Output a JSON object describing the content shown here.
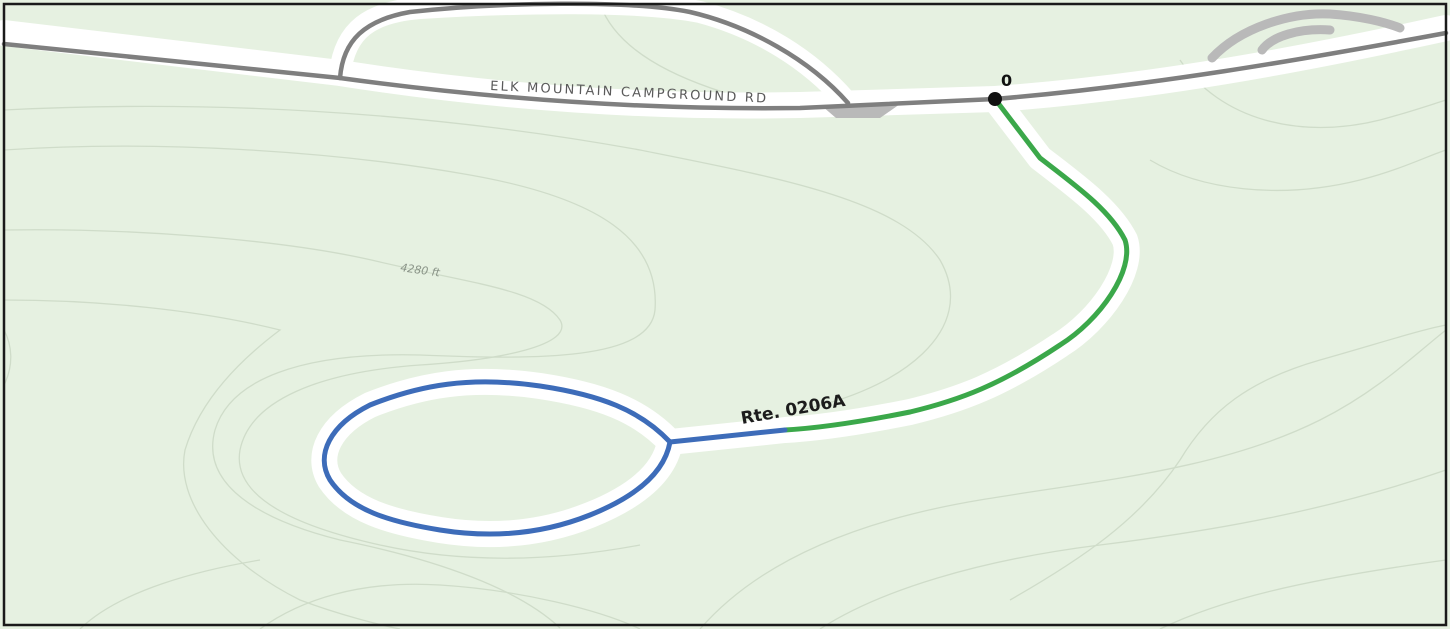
{
  "map": {
    "road_label": "ELK MOUNTAIN CAMPGROUND RD",
    "contour_label": "4280 ft",
    "route_label": "Rte. 0206A",
    "milepost_label": "0",
    "colors": {
      "background": "#e6f1e1",
      "contour": "#cfdcc9",
      "road_casing": "#ffffff",
      "road_line": "#7f7f7f",
      "parking": "#b9b9b9",
      "route_segment_a": "#3ba84a",
      "route_segment_b": "#3d6cb9",
      "milepost": "#111111",
      "frame": "#1a1a1a"
    },
    "route_segments": [
      {
        "id": "segment-a",
        "color_key": "route_segment_a"
      },
      {
        "id": "segment-b",
        "color_key": "route_segment_b"
      }
    ]
  }
}
